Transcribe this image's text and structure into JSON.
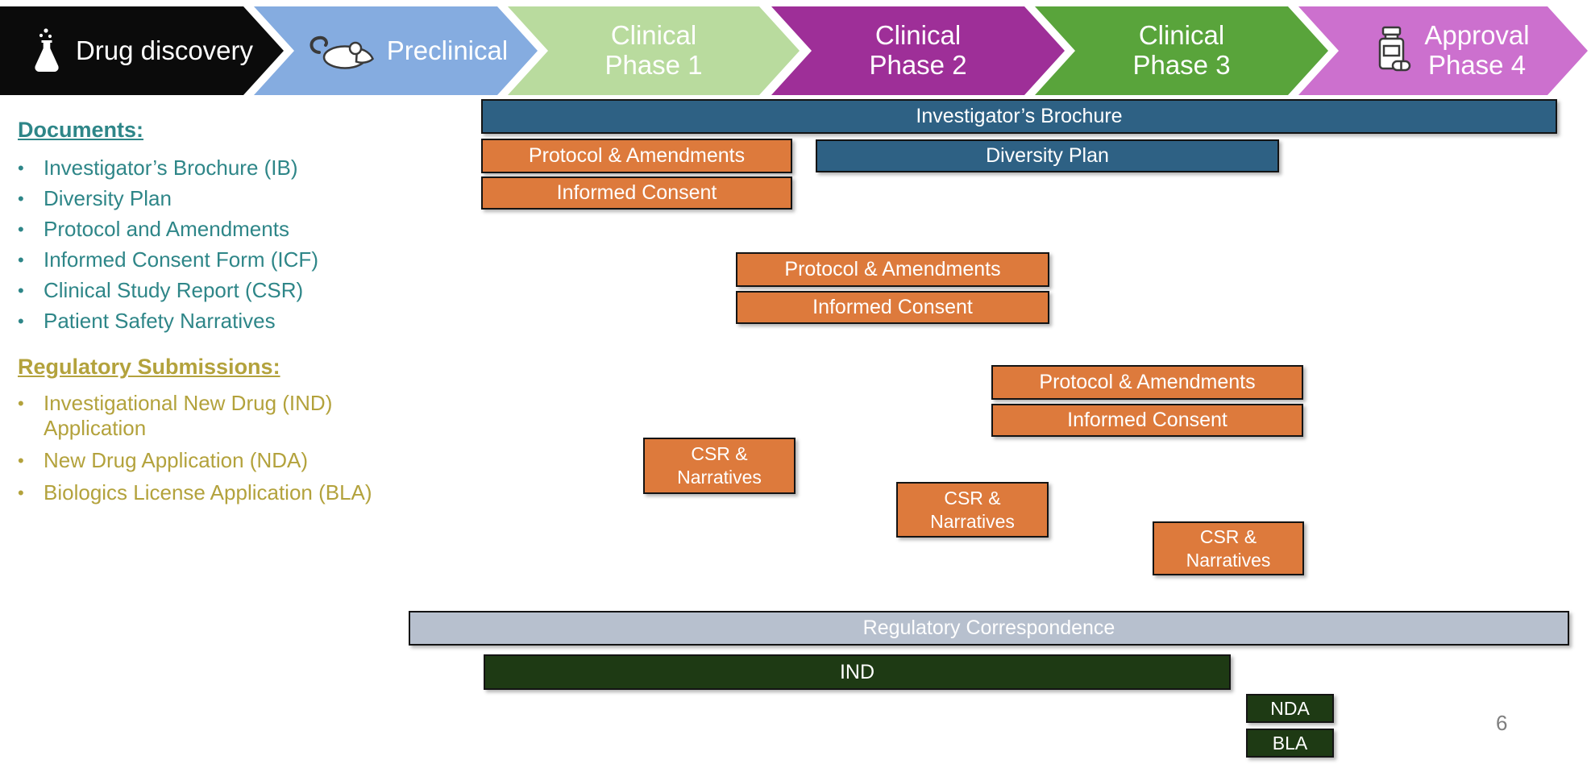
{
  "page": {
    "number": "6"
  },
  "colors": {
    "stage_drug_discovery": "#0b0b0b",
    "stage_preclinical": "#85ACE0",
    "stage_clinical_phase_1": "#B9DB9E",
    "stage_clinical_phase_2": "#9E2F98",
    "stage_clinical_phase_3": "#59A43B",
    "stage_approval_phase_4": "#CC70CE",
    "bar_steel_blue": "#2E6184",
    "bar_orange": "#DD7A3C",
    "bar_silver": "#B7C0CE",
    "bar_dark_green": "#1E3A14",
    "documents_text": "#2E8688",
    "regulatory_text": "#B3A23C",
    "page_number_gray": "#7f7f7f"
  },
  "pipeline": {
    "stages": [
      {
        "label": "Drug discovery",
        "icon": "flask-icon"
      },
      {
        "label": "Preclinical",
        "icon": "mouse-icon"
      },
      {
        "line1": "Clinical",
        "line2": "Phase 1"
      },
      {
        "line1": "Clinical",
        "line2": "Phase 2"
      },
      {
        "line1": "Clinical",
        "line2": "Phase 3"
      },
      {
        "line1": "Approval",
        "line2": "Phase 4",
        "icon": "pill-bottle-icon"
      }
    ]
  },
  "documents": {
    "heading": "Documents:",
    "items": [
      "Investigator’s Brochure (IB)",
      "Diversity Plan",
      "Protocol and Amendments",
      "Informed Consent Form (ICF)",
      "Clinical Study Report (CSR)",
      "Patient Safety Narratives"
    ]
  },
  "regulatory_submissions": {
    "heading": "Regulatory Submissions:",
    "items": [
      "Investigational New Drug (IND) Application",
      "New  Drug Application (NDA)",
      "Biologics License Application (BLA)"
    ]
  },
  "bars": {
    "investigators_brochure": "Investigator’s Brochure",
    "protocol_amendments": "Protocol & Amendments",
    "informed_consent": "Informed Consent",
    "diversity_plan": "Diversity Plan",
    "csr_line1": "CSR &",
    "csr_line2": "Narratives",
    "regulatory_correspondence": "Regulatory Correspondence",
    "ind": "IND",
    "nda": "NDA",
    "bla": "BLA"
  }
}
